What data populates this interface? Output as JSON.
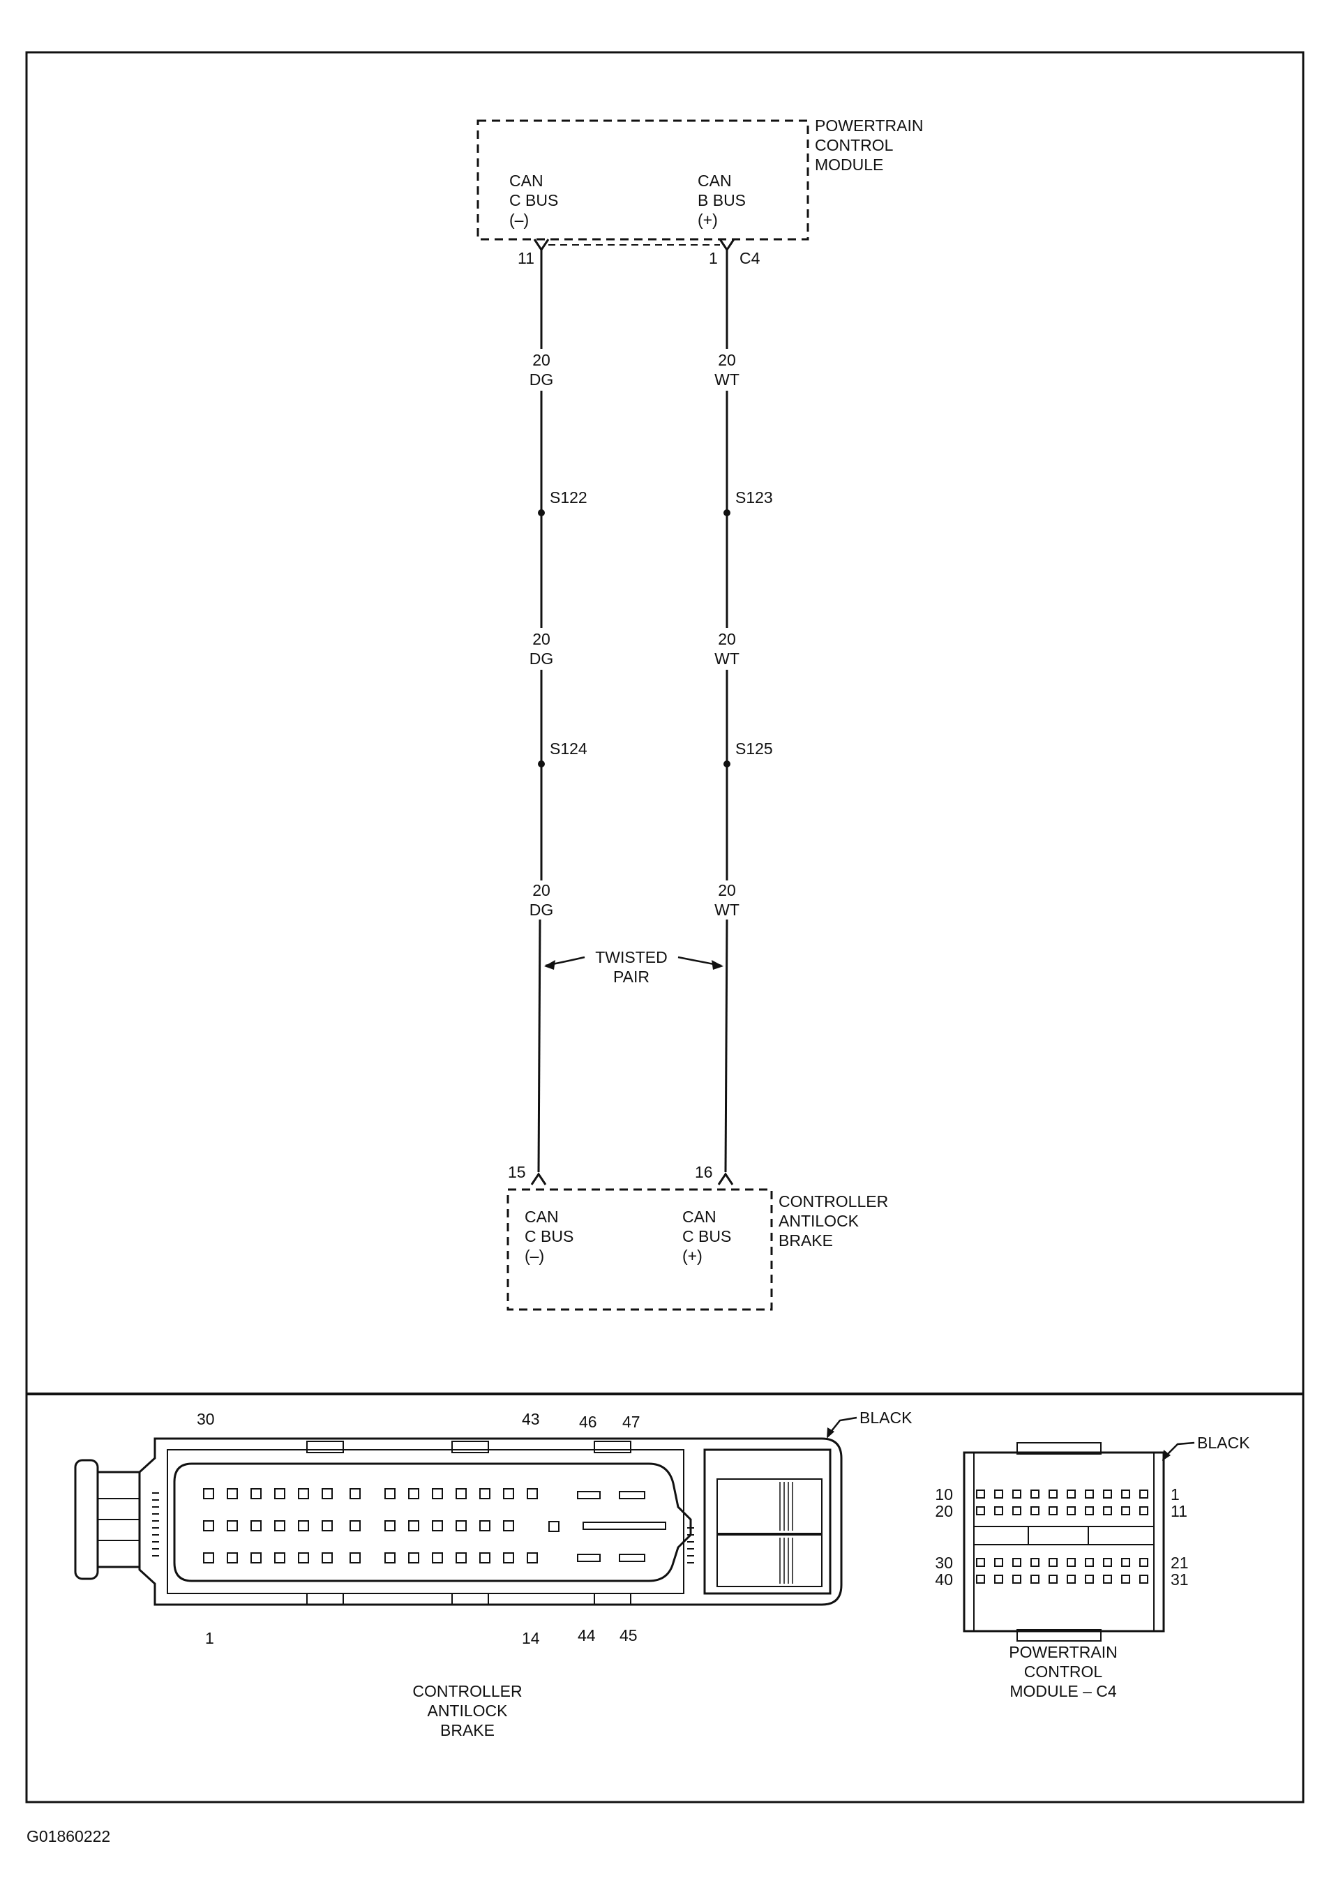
{
  "pcm": {
    "name_lines": [
      "POWERTRAIN",
      "CONTROL",
      "MODULE"
    ],
    "left_terminal": [
      "CAN",
      "C BUS",
      "(–)"
    ],
    "right_terminal": [
      "CAN",
      "B BUS",
      "(+)"
    ],
    "pin_left": "11",
    "pin_right": "1",
    "connector": "C4"
  },
  "wires": {
    "left": {
      "segments": [
        [
          "20",
          "DG"
        ],
        [
          "20",
          "DG"
        ],
        [
          "20",
          "DG"
        ]
      ],
      "splices": [
        "S122",
        "S124"
      ]
    },
    "right": {
      "segments": [
        [
          "20",
          "WT"
        ],
        [
          "20",
          "WT"
        ],
        [
          "20",
          "WT"
        ]
      ],
      "splices": [
        "S123",
        "S125"
      ]
    },
    "twisted_pair": [
      "TWISTED",
      "PAIR"
    ]
  },
  "cab": {
    "name_lines": [
      "CONTROLLER",
      "ANTILOCK",
      "BRAKE"
    ],
    "left_terminal": [
      "CAN",
      "C BUS",
      "(–)"
    ],
    "right_terminal": [
      "CAN",
      "C BUS",
      "(+)"
    ],
    "pin_left": "15",
    "pin_right": "16"
  },
  "cab_connector": {
    "color": "BLACK",
    "top_pins": [
      "30",
      "43",
      "46",
      "47"
    ],
    "bottom_pins": [
      "1",
      "14",
      "44",
      "45"
    ],
    "caption_lines": [
      "CONTROLLER",
      "ANTILOCK",
      "BRAKE"
    ]
  },
  "pcm_connector": {
    "color": "BLACK",
    "left_pins": [
      "10",
      "20",
      "30",
      "40"
    ],
    "right_pins": [
      "1",
      "11",
      "21",
      "31"
    ],
    "caption_lines": [
      "POWERTRAIN",
      "CONTROL",
      "MODULE – C4"
    ]
  },
  "figure_id": "G01860222"
}
